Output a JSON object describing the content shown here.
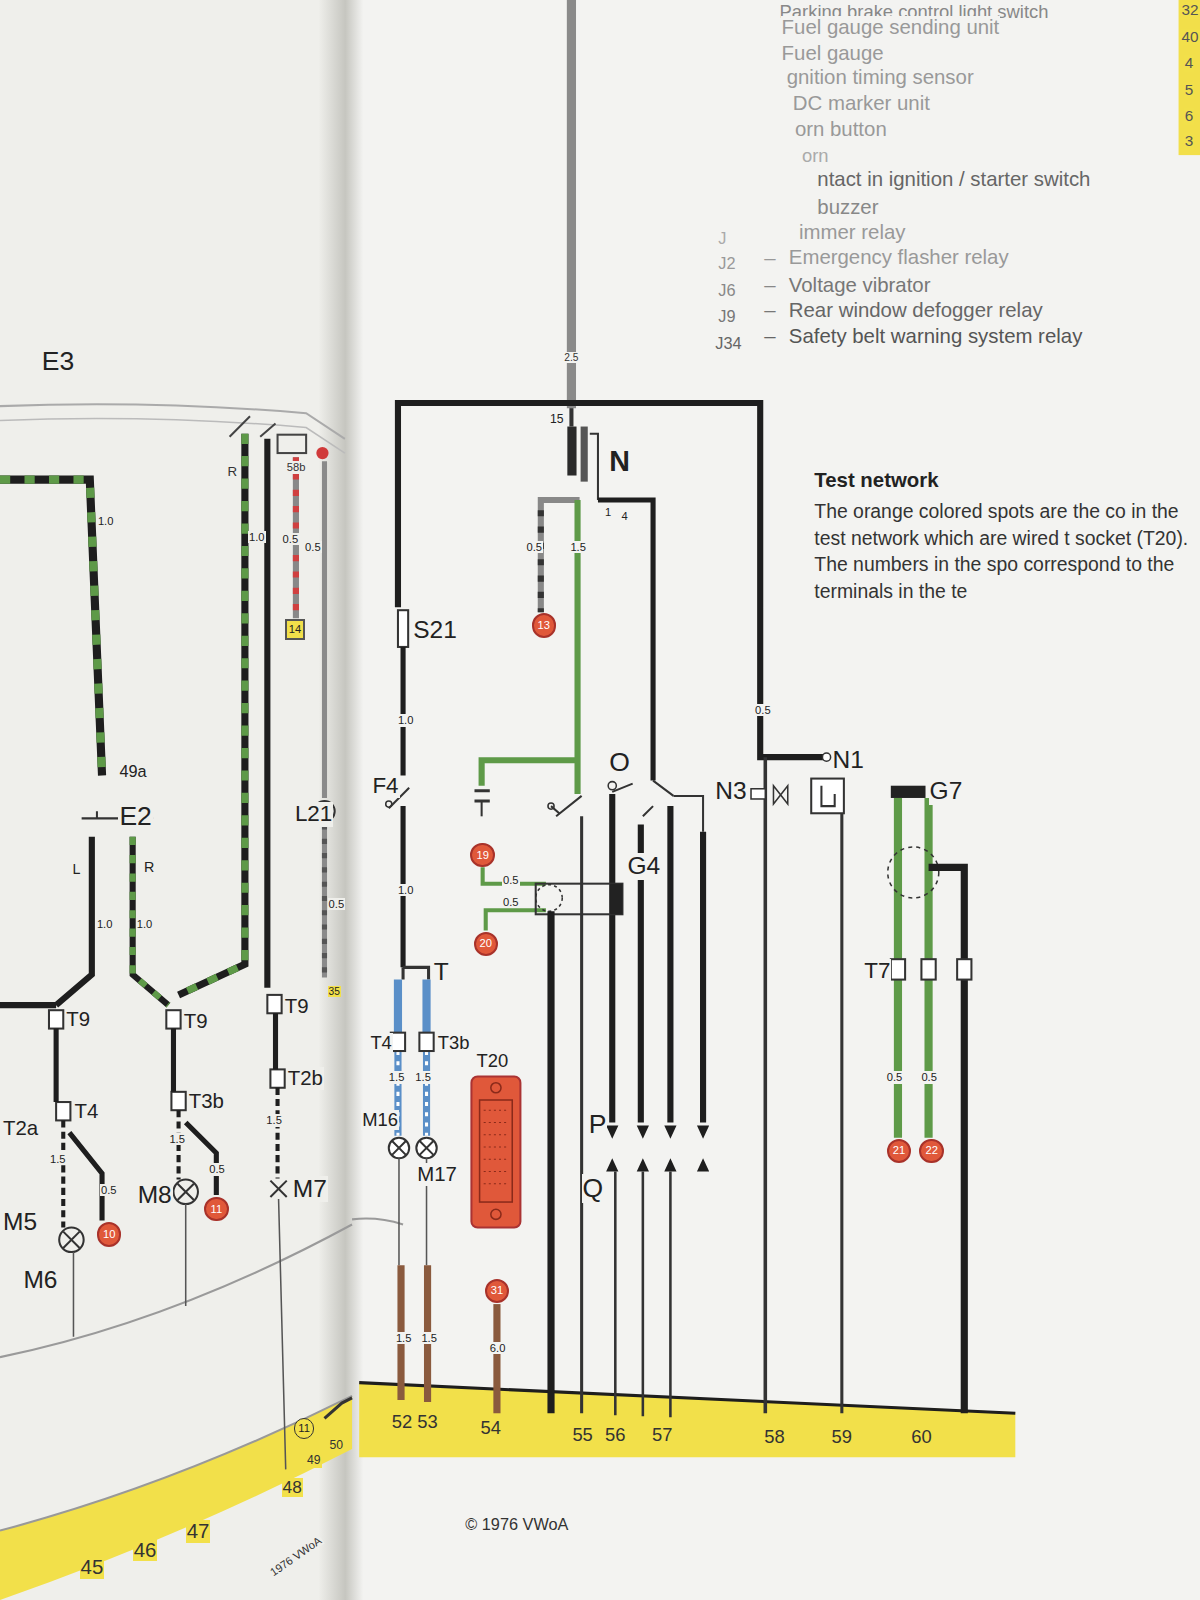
{
  "diagram": {
    "nodes": [
      {
        "text": [
          "13"
        ]
      },
      {
        "text": [
          "14"
        ]
      },
      {
        "text": [
          "19"
        ]
      },
      {
        "text": [
          "20"
        ]
      },
      {
        "text": [
          "21"
        ]
      },
      {
        "text": [
          "22"
        ]
      },
      {
        "text": [
          "11"
        ]
      },
      {
        "text": [
          "10"
        ]
      },
      {
        "text": [
          "31"
        ]
      },
      {
        "text": [
          "11"
        ]
      }
    ],
    "labels": [
      "Parking brake control light switch",
      "Fuel gauge sending unit",
      "Fuel gauge",
      "gnition timing sensor",
      "DC marker unit",
      "orn button",
      "orn",
      "ntact in ignition / starter switch",
      "buzzer",
      "J",
      "immer relay",
      "J2",
      "–",
      "Emergency flasher relay",
      "J6",
      "–",
      "Voltage vibrator",
      "J9",
      "–",
      "Rear window defogger relay",
      "J34",
      "–",
      "Safety belt warning system relay",
      "32",
      "40",
      "4",
      "5",
      "6",
      "3",
      "Test network",
      "The orange colored spots are the co in the test network which are wired t socket (T20). The numbers in the spo correspond to the terminals in the te",
      "E3",
      "R",
      "58b",
      "1.0",
      "0.5",
      "0.5",
      "1.0",
      "49a",
      "E2",
      "L",
      "R",
      "L21",
      "1.0",
      "1.0",
      "0.5",
      "35",
      "T9",
      "T9",
      "T9",
      "T2a",
      "T4",
      "T3b",
      "T2b",
      "M5",
      "M6",
      "M8",
      "M7",
      "1.5",
      "0.5",
      "1.5",
      "0.5",
      "1.5",
      "45",
      "46",
      "47",
      "48",
      "49",
      "50",
      "1976 VWoA",
      "2.5",
      "15",
      "N",
      "1",
      "4",
      "0.5",
      "1.5",
      "S21",
      "1.0",
      "F4",
      "0.5",
      "O",
      "N3",
      "N1",
      "G7",
      "G4",
      "1.0",
      "0.5",
      "0.5",
      "T",
      "T7",
      "T4",
      "T3b",
      "T20",
      "1.5",
      "1.5",
      "0.5",
      "0.5",
      "P",
      "M16",
      "M17",
      "Q",
      "1.5",
      "1.5",
      "6.0",
      "52",
      "53",
      "54",
      "55",
      "56",
      "57",
      "58",
      "59",
      "60",
      "© 1976 VWoA"
    ]
  }
}
